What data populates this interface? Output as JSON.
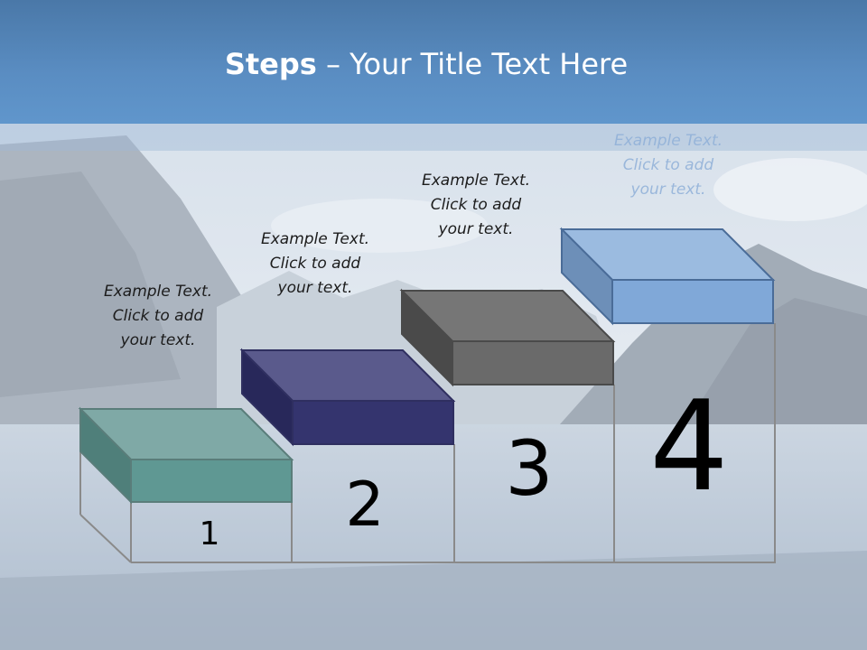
{
  "slide": {
    "title_bold": "Steps",
    "title_rest": " – Your Title Text Here"
  },
  "steps": [
    {
      "number": "1",
      "line1": "Example Text.",
      "line2": "Click  to add",
      "line3": "your text.",
      "color": "#5f9893"
    },
    {
      "number": "2",
      "line1": "Example Text.",
      "line2": "Click  to add",
      "line3": "your text.",
      "color": "#34346e"
    },
    {
      "number": "3",
      "line1": "Example Text.",
      "line2": "Click  to add",
      "line3": "your text.",
      "color": "#6a6a6a"
    },
    {
      "number": "4",
      "line1": "Example Text.",
      "line2": "Click  to add",
      "line3": "your text.",
      "color": "#80a8d8"
    }
  ]
}
